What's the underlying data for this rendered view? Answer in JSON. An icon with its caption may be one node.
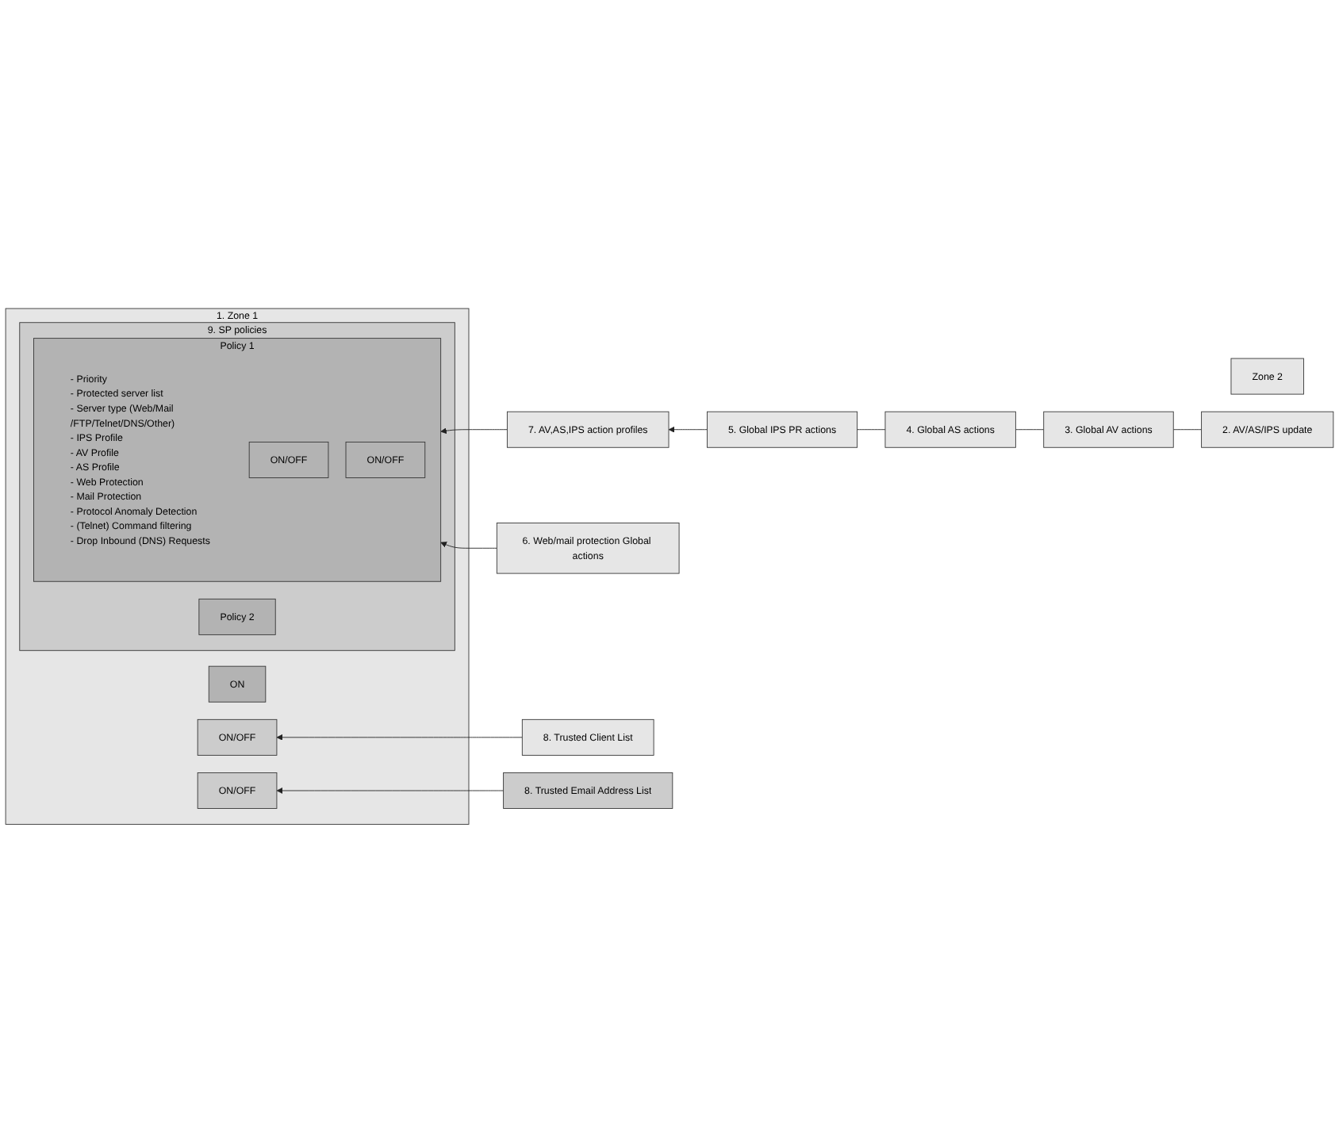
{
  "diagram": {
    "nodes": [
      {
        "text": [
          "1. Zone 1"
        ]
      },
      {
        "text": [
          "ON"
        ],
        "in": 0
      },
      {
        "text": [
          "9. SP policies"
        ],
        "in": 0
      },
      {
        "text": [
          "Policy 1",
          "- Priority",
          "- Protected server list",
          "- Server type (Web/Mail /FTP/Telnet/DNS/Other)",
          "- IPS Profile",
          "- AV Profile",
          "- AS Profile",
          "- Web Protection",
          "- Mail Protection",
          "- Protocol Anomaly Detection",
          "- (Telnet) Command filtering",
          "- Drop Inbound (DNS) Requests"
        ],
        "in": 2
      },
      {
        "text": [
          "ON/OFF"
        ],
        "in": 3
      },
      {
        "text": [
          "ON/OFF"
        ],
        "in": 3
      },
      {
        "text": [
          "Policy 2"
        ],
        "in": 2
      },
      {
        "text": [
          "ON/OFF"
        ],
        "in": 0
      },
      {
        "text": [
          "ON/OFF"
        ],
        "in": 0
      },
      {
        "text": [
          "Zone 2"
        ]
      },
      {
        "text": [
          "2. AV/AS/IPS update"
        ]
      },
      {
        "text": [
          "3. Global AV actions"
        ]
      },
      {
        "text": [
          "4. Global AS actions"
        ]
      },
      {
        "text": [
          "5. Global IPS PR actions"
        ]
      },
      {
        "text": [
          "7. AV,AS,IPS action profiles"
        ]
      },
      {
        "text": [
          "6. Web/mail protection Global actions"
        ]
      },
      {
        "text": [
          "8. Trusted Client List"
        ]
      },
      {
        "text": [
          "8. Trusted Email Address List"
        ]
      }
    ],
    "edges": [
      {
        "from": 10,
        "to": 11,
        "arrow": "none"
      },
      {
        "from": 11,
        "to": 12,
        "arrow": "none"
      },
      {
        "from": 12,
        "to": 13,
        "arrow": "none"
      },
      {
        "from": 13,
        "to": 14,
        "arrow": "to"
      },
      {
        "from": 14,
        "to": 3,
        "arrow": "to"
      },
      {
        "from": 15,
        "to": 3,
        "arrow": "to"
      },
      {
        "from": 16,
        "to": 7,
        "arrow": "to"
      },
      {
        "from": 17,
        "to": 8,
        "arrow": "to"
      }
    ]
  }
}
